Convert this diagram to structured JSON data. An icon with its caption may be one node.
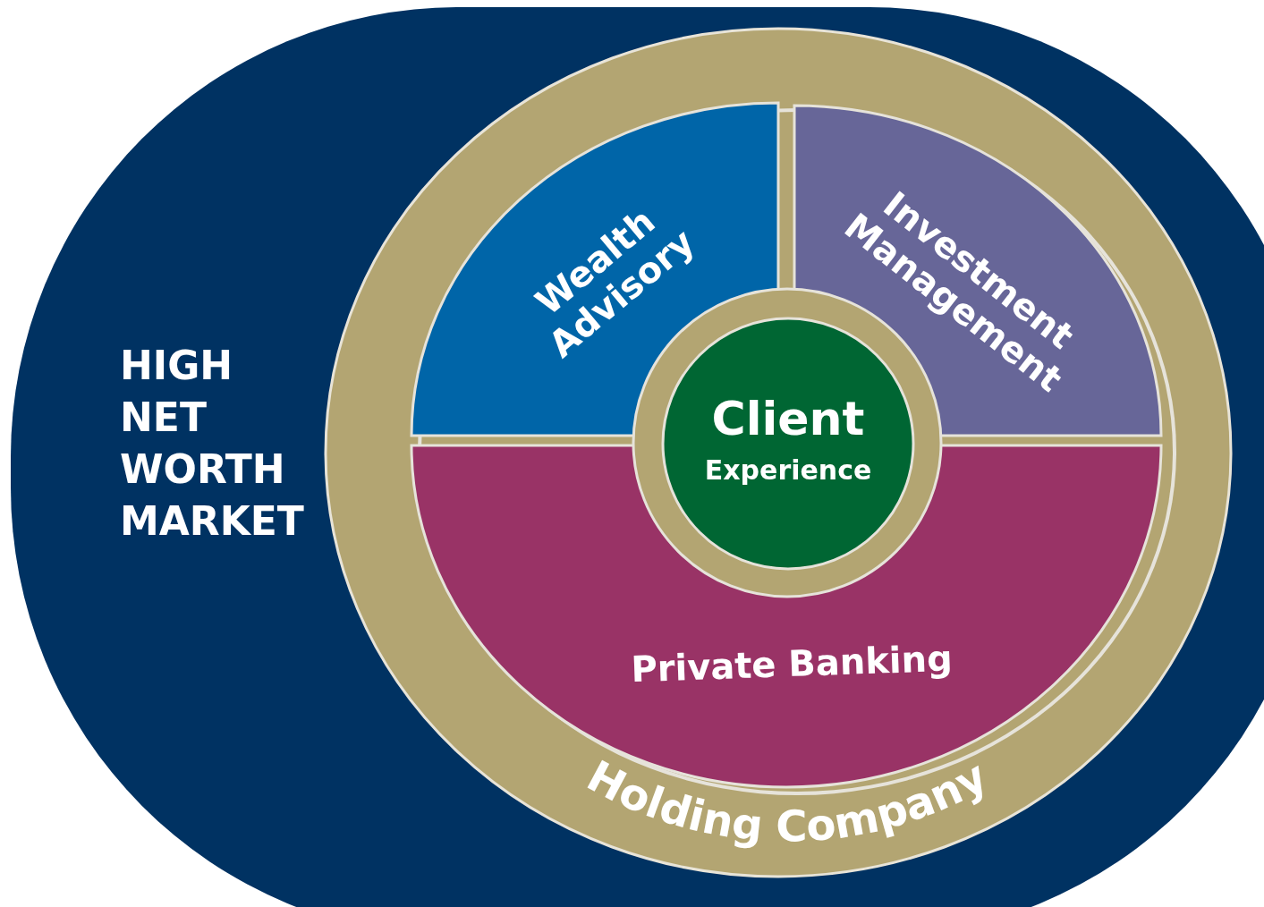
{
  "diagram": {
    "nodes": [
      {
        "text": [
          "HIGH NET WORTH MARKET"
        ]
      },
      {
        "text": [
          "Holding Company"
        ],
        "in": 0
      },
      {
        "text": [
          "Wealth Advisory"
        ],
        "in": 1
      },
      {
        "text": [
          "Investment Management"
        ],
        "in": 1
      },
      {
        "text": [
          "Private Banking"
        ],
        "in": 1
      },
      {
        "text": [
          "Client",
          "Experience"
        ],
        "in": 1
      }
    ]
  }
}
